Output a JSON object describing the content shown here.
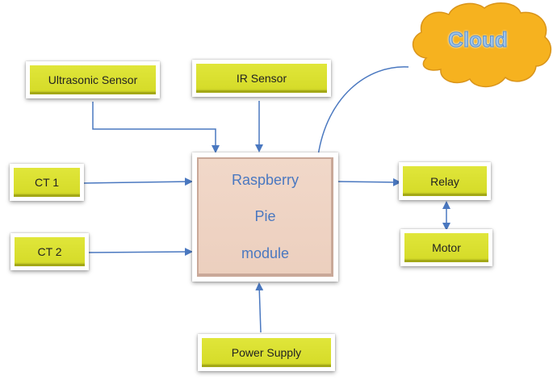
{
  "diagram": {
    "colors": {
      "sensor_box": "#d8de2e",
      "core_box": "#efd5c5",
      "core_text": "#4a78c0",
      "cloud": "#f7b422",
      "arrow": "#4a78c0"
    },
    "nodes": {
      "ultrasonic": "Ultrasonic Sensor",
      "ir": "IR Sensor",
      "ct1": "CT 1",
      "ct2": "CT 2",
      "core_line1": "Raspberry",
      "core_line2": "Pie",
      "core_line3": "module",
      "relay": "Relay",
      "motor": "Motor",
      "power": "Power Supply",
      "cloud": "Cloud"
    },
    "edges": [
      {
        "from": "Ultrasonic Sensor",
        "to": "Raspberry Pie module",
        "direction": "forward"
      },
      {
        "from": "IR Sensor",
        "to": "Raspberry Pie module",
        "direction": "forward"
      },
      {
        "from": "CT 1",
        "to": "Raspberry Pie module",
        "direction": "forward"
      },
      {
        "from": "CT 2",
        "to": "Raspberry Pie module",
        "direction": "forward"
      },
      {
        "from": "Power Supply",
        "to": "Raspberry Pie module",
        "direction": "forward"
      },
      {
        "from": "Raspberry Pie module",
        "to": "Relay",
        "direction": "forward"
      },
      {
        "from": "Relay",
        "to": "Motor",
        "direction": "both"
      },
      {
        "from": "Raspberry Pie module",
        "to": "Cloud",
        "direction": "none"
      }
    ]
  }
}
